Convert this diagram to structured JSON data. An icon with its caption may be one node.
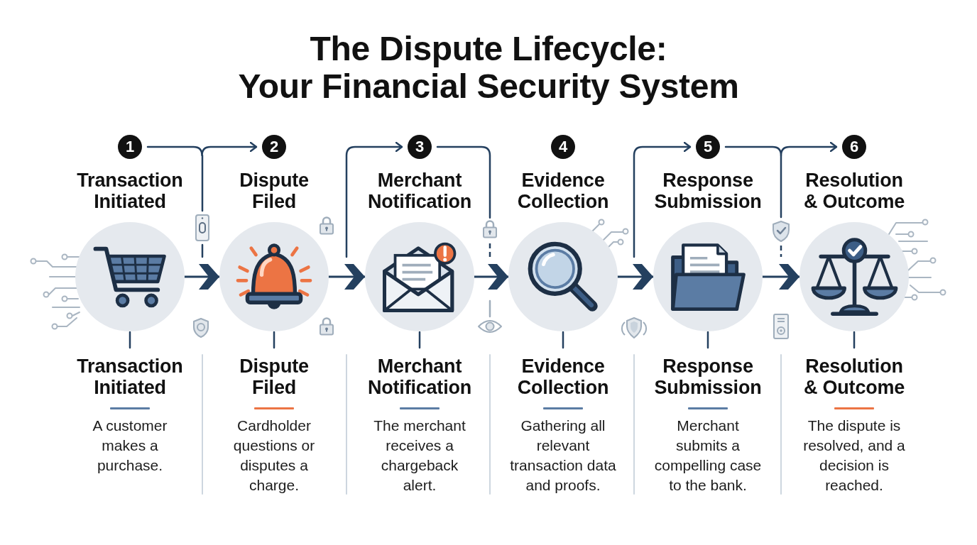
{
  "diagram": {
    "title": "The Dispute Lifecycle: Your Financial Security System",
    "nodes": [
      {
        "text": [
          "1"
        ]
      },
      {
        "text": [
          "Transaction Initiated"
        ],
        "beside": [
          "Transaction Initiated",
          "A customer makes a purchase."
        ]
      },
      {
        "text": [
          "2"
        ]
      },
      {
        "text": [
          "Dispute Filed"
        ],
        "beside": [
          "Dispute Filed",
          "Cardholder questions or disputes a charge."
        ]
      },
      {
        "text": [
          "3"
        ]
      },
      {
        "text": [
          "Merchant Notification"
        ],
        "beside": [
          "Merchant Notification",
          "The merchant receives a chargeback alert."
        ]
      },
      {
        "text": [
          "4"
        ]
      },
      {
        "text": [
          "Evidence Collection"
        ],
        "beside": [
          "Evidence Collection",
          "Gathering all relevant transaction data and proofs."
        ]
      },
      {
        "text": [
          "5"
        ]
      },
      {
        "text": [
          "Response Submission"
        ],
        "beside": [
          "Response Submission",
          "Merchant submits a compelling case to the bank."
        ]
      },
      {
        "text": [
          "6"
        ]
      },
      {
        "text": [
          "Resolution & Outcome"
        ],
        "beside": [
          "Resolution & Outcome",
          "The dispute is resolved, and a decision is reached."
        ]
      },
      {
        "text": [],
        "shape": "picture"
      }
    ],
    "edges": [
      {
        "from": 1,
        "to": 3,
        "arrow": "to"
      },
      {
        "from": 3,
        "to": 5,
        "arrow": "to"
      },
      {
        "from": 5,
        "to": 7,
        "arrow": "to"
      },
      {
        "from": 7,
        "to": 9,
        "arrow": "to"
      },
      {
        "from": 9,
        "to": 11,
        "arrow": "to"
      },
      {
        "from": 0,
        "to": 2,
        "arrow": "to"
      },
      {
        "from": null,
        "to": 4,
        "arrow": "to"
      },
      {
        "from": 4,
        "to": 12,
        "arrow": "none"
      },
      {
        "from": null,
        "to": 8,
        "arrow": "to"
      },
      {
        "from": 8,
        "to": 10,
        "arrow": "to"
      }
    ]
  }
}
